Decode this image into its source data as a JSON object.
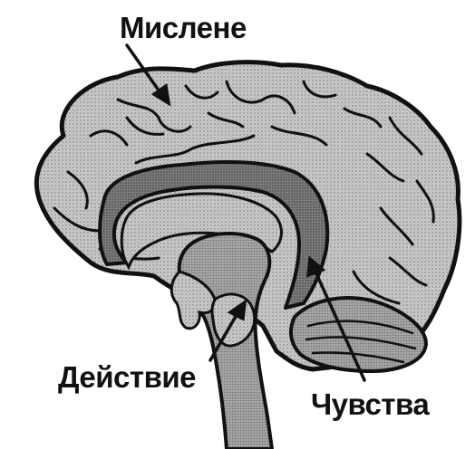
{
  "labels": {
    "thinking": "Мислене",
    "action": "Действие",
    "feelings": "Чувства"
  },
  "colors": {
    "outline": "#111111",
    "cortex": "#c9c9c9",
    "limbic": "#858585",
    "brainstem": "#a2a2a2",
    "background": "#ffffff"
  }
}
